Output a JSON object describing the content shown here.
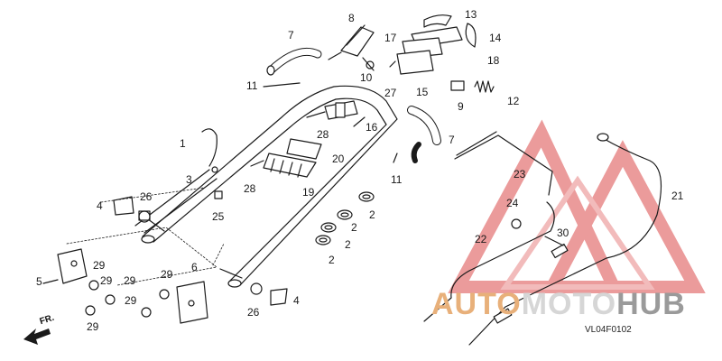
{
  "diagram": {
    "code": "VL04F0102",
    "front_marker": "FR.",
    "watermark": {
      "part1": "AUTO",
      "part2": "MOTO",
      "part3": "HUB"
    },
    "callouts": [
      {
        "id": "c13",
        "text": "13"
      },
      {
        "id": "c8",
        "text": "8"
      },
      {
        "id": "c14",
        "text": "14"
      },
      {
        "id": "c17",
        "text": "17"
      },
      {
        "id": "c7a",
        "text": "7"
      },
      {
        "id": "c18",
        "text": "18"
      },
      {
        "id": "c11a",
        "text": "11"
      },
      {
        "id": "c10",
        "text": "10"
      },
      {
        "id": "c27",
        "text": "27"
      },
      {
        "id": "c15",
        "text": "15"
      },
      {
        "id": "c9",
        "text": "9"
      },
      {
        "id": "c12",
        "text": "12"
      },
      {
        "id": "c16",
        "text": "16"
      },
      {
        "id": "c28a",
        "text": "28"
      },
      {
        "id": "c1",
        "text": "1"
      },
      {
        "id": "c7b",
        "text": "7"
      },
      {
        "id": "c20",
        "text": "20"
      },
      {
        "id": "c3",
        "text": "3"
      },
      {
        "id": "c11b",
        "text": "11"
      },
      {
        "id": "c28b",
        "text": "28"
      },
      {
        "id": "c19",
        "text": "19"
      },
      {
        "id": "c23",
        "text": "23"
      },
      {
        "id": "c4a",
        "text": "4"
      },
      {
        "id": "c26a",
        "text": "26"
      },
      {
        "id": "c25",
        "text": "25"
      },
      {
        "id": "c21",
        "text": "21"
      },
      {
        "id": "c24",
        "text": "24"
      },
      {
        "id": "c2a",
        "text": "2"
      },
      {
        "id": "c2b",
        "text": "2"
      },
      {
        "id": "c2c",
        "text": "2"
      },
      {
        "id": "c2d",
        "text": "2"
      },
      {
        "id": "c22",
        "text": "22"
      },
      {
        "id": "c30",
        "text": "30"
      },
      {
        "id": "c5",
        "text": "5"
      },
      {
        "id": "c29a",
        "text": "29"
      },
      {
        "id": "c29b",
        "text": "29"
      },
      {
        "id": "c29c",
        "text": "29"
      },
      {
        "id": "c29d",
        "text": "29"
      },
      {
        "id": "c29e",
        "text": "29"
      },
      {
        "id": "c29f",
        "text": "29"
      },
      {
        "id": "c6",
        "text": "6"
      },
      {
        "id": "c4b",
        "text": "4"
      },
      {
        "id": "c26b",
        "text": "26"
      }
    ]
  }
}
